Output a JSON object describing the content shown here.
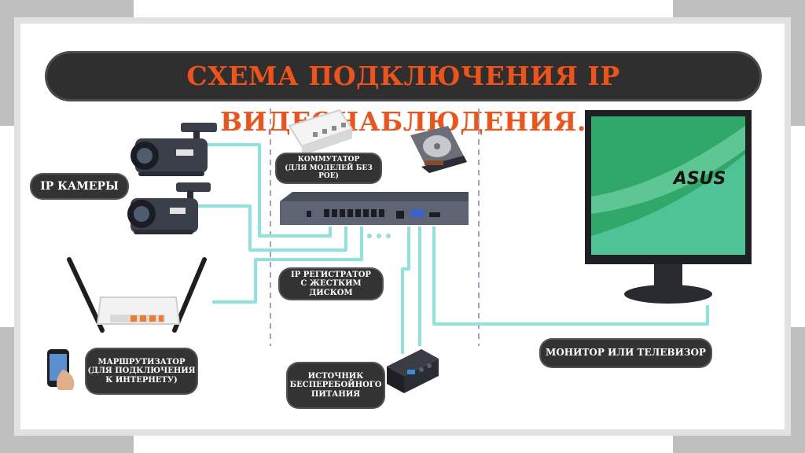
{
  "title": "СХЕМА ПОДКЛЮЧЕНИЯ IP ВИДЕОНАБЛЮДЕНИЯ.",
  "labels": {
    "cameras": "IP КАМЕРЫ",
    "switch_line1": "КОММУТАТОР",
    "switch_line2": "(ДЛЯ МОДЕЛЕЙ БЕЗ POE)",
    "recorder_line1": "IP РЕГИСТРАТОР",
    "recorder_line2": "С ЖЕСТКИМ ДИСКОМ",
    "router_line1": "МАРШРУТИЗАТОР",
    "router_line2": "(ДЛЯ ПОДКЛЮЧЕНИЯ",
    "router_line3": "К ИНТЕРНЕТУ)",
    "ups_line1": "ИСТОЧНИК",
    "ups_line2": "БЕСПЕРЕБОЙНОГО",
    "ups_line3": "ПИТАНИЯ",
    "monitor": "МОНИТОР ИЛИ ТЕЛЕВИЗОР"
  },
  "monitor_brand": "ASUS",
  "colors": {
    "title_text": "#f0531a",
    "pill_bg": "#333333",
    "cable": "#8fe3dc",
    "divider": "#9aa3c8",
    "device_dark": "#3b3f4a",
    "screen": "#2fa86a"
  }
}
